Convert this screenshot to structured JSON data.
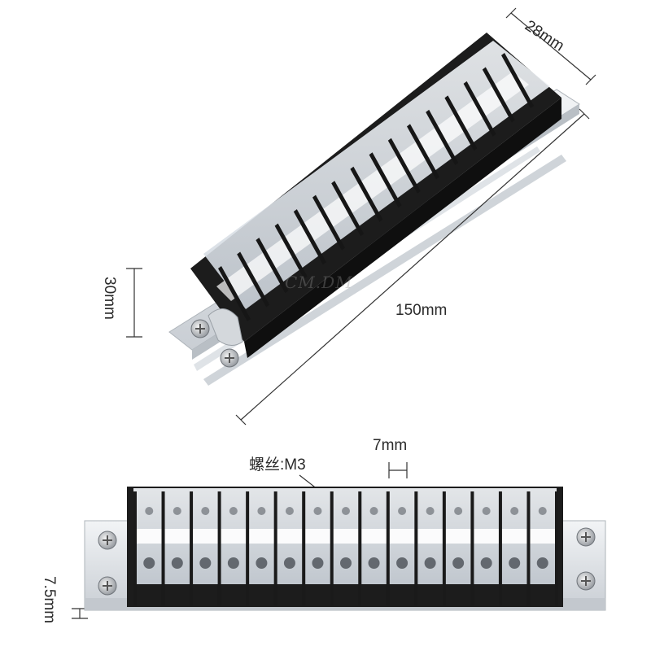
{
  "dimensions": {
    "width_label": "28mm",
    "length_label": "150mm",
    "height_label": "30mm",
    "pitch_label": "7mm",
    "screw_label": "螺丝:M3",
    "rail_label": "7.5mm"
  },
  "watermark": "CM.DM",
  "product": {
    "type": "terminal-block",
    "positions": 15,
    "colors": {
      "body": "#1c1c1c",
      "rail": "#d9dde2",
      "cover": "#e8edf2",
      "screw": "#9aa0a6"
    }
  }
}
